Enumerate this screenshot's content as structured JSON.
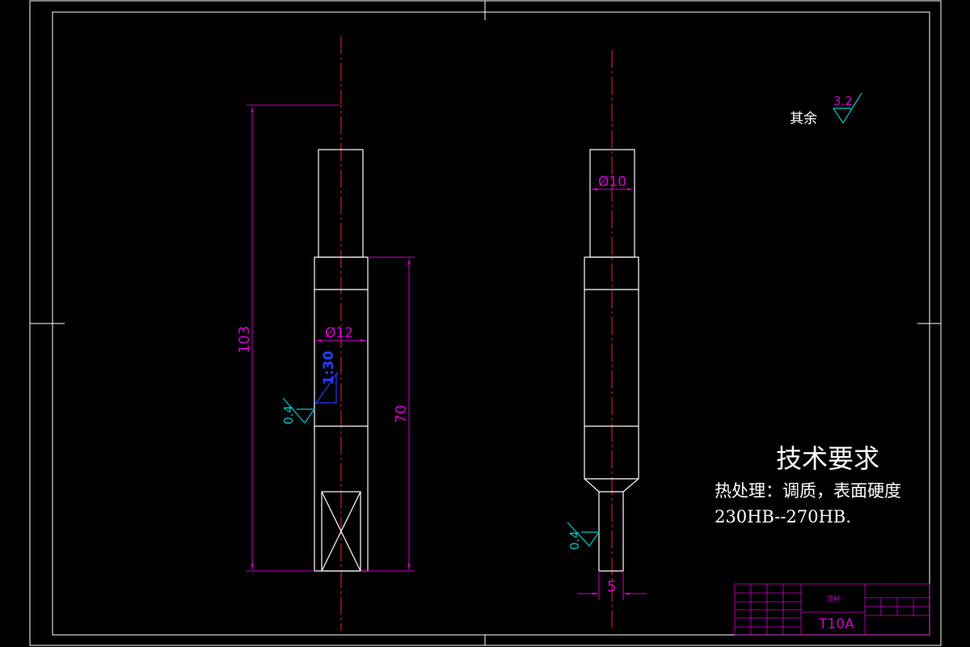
{
  "roughness": {
    "rest_label": "其余",
    "rest_value": "3.2",
    "left_part_value": "0.4",
    "right_part_value": "0.4"
  },
  "dimensions": {
    "overall_length": "103",
    "taper_length": "70",
    "left_diameter": "Ø12",
    "right_diameter": "Ø10",
    "tip_width": "5",
    "taper_ratio": "1:30"
  },
  "requirements": {
    "title": "技术要求",
    "line1": "热处理：调质，表面硬度",
    "line2": "230HB--270HB."
  },
  "title_block": {
    "material": "T10A",
    "part_name": "顶杆"
  },
  "colors": {
    "outline": "#ffffff",
    "dimension": "#d000d0",
    "centerline": "#ff2020",
    "roughness": "#00c8c8",
    "taper": "#2040ff"
  }
}
